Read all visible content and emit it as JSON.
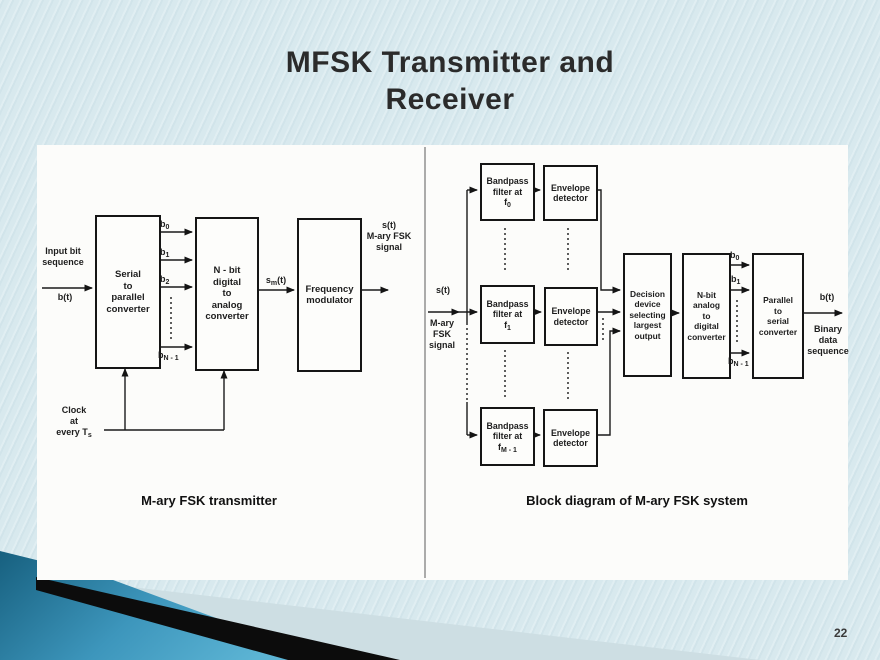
{
  "slide": {
    "title_line1": "MFSK Transmitter and",
    "title_line2": "Receiver",
    "page_number": "22"
  },
  "colors": {
    "background": "#d8e9ee",
    "panel": "#fcfcfa",
    "teal_dark": "#17607f",
    "teal_mid": "#3d96bc",
    "teal_light": "#5cb4d4",
    "stripe_black": "#0c0c0c",
    "pale_wedge": "#cddee3",
    "line_ink": "#1a1a1a"
  },
  "transmitter": {
    "caption": "M-ary FSK transmitter",
    "input_line1": "Input bit",
    "input_line2": "sequence",
    "input_line3": "b(t)",
    "serial_box": {
      "l1": "Serial",
      "l2": "to",
      "l3": "parallel",
      "l4": "converter"
    },
    "dac_box": {
      "l1": "N - bit",
      "l2": "digital",
      "l3": "to",
      "l4": "analog",
      "l5": "converter"
    },
    "mod_box": {
      "l1": "Frequency",
      "l2": "modulator"
    },
    "taps": [
      {
        "base": "b",
        "sub": "0"
      },
      {
        "base": "b",
        "sub": "1"
      },
      {
        "base": "b",
        "sub": "2"
      },
      {
        "base": "b",
        "sub": "N - 1"
      }
    ],
    "sm_label": {
      "pre": "s",
      "sub": "m",
      "post": "(t)"
    },
    "output_line1": "s(t)",
    "output_line2": "M-ary FSK",
    "output_line3": "signal",
    "clock_line1": "Clock",
    "clock_line2": "at",
    "clock_line3_pre": "every T",
    "clock_line3_sub": "s"
  },
  "receiver": {
    "caption": "Block diagram of M-ary FSK system",
    "input_line1": "s(t)",
    "input_line2": "M-ary",
    "input_line3": "FSK",
    "input_line4": "signal",
    "rows": [
      {
        "bp_l1": "Bandpass",
        "bp_l2": "filter at",
        "f_base": "f",
        "f_sub": "0",
        "env_l1": "Envelope",
        "env_l2": "detector"
      },
      {
        "bp_l1": "Bandpass",
        "bp_l2": "filter at",
        "f_base": "f",
        "f_sub": "1",
        "env_l1": "Envelope",
        "env_l2": "detector"
      },
      {
        "bp_l1": "Bandpass",
        "bp_l2": "filter at",
        "f_base": "f",
        "f_sub": "M - 1",
        "env_l1": "Envelope",
        "env_l2": "detector"
      }
    ],
    "decision_box": {
      "l1": "Decision",
      "l2": "device",
      "l3": "selecting",
      "l4": "largest",
      "l5": "output"
    },
    "adc_box": {
      "l1": "N-bit",
      "l2": "analog",
      "l3": "to",
      "l4": "digital",
      "l5": "converter"
    },
    "ps_box": {
      "l1": "Parallel",
      "l2": "to",
      "l3": "serial",
      "l4": "converter"
    },
    "out_taps": [
      {
        "base": "b",
        "sub": "0"
      },
      {
        "base": "b",
        "sub": "1"
      },
      {
        "base": "b",
        "sub": "N - 1"
      }
    ],
    "output_line1": "b(t)",
    "output_line2": "Binary",
    "output_line3": "data",
    "output_line4": "sequence"
  }
}
